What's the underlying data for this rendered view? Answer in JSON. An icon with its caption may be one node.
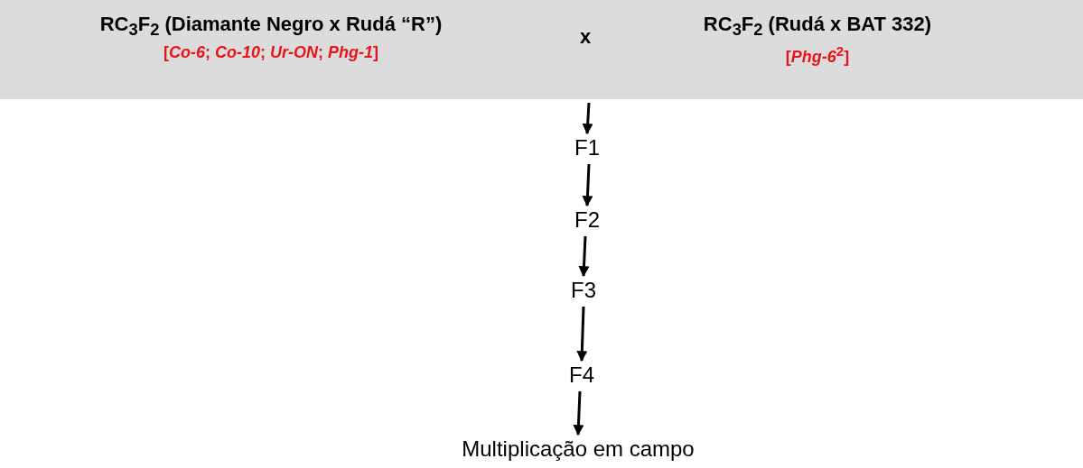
{
  "diagram": {
    "nodes": [
      {
        "text": [],
        "shape": "box"
      },
      {
        "text": [
          "RC$_{3}$F$_{2}$ (Diamante Negro x Rudá “R”)",
          "[*Co-6*; *Co-10*; *Ur-ON*; *Phg-1*]"
        ],
        "in": 0
      },
      {
        "text": [
          "RC$_{3}$F$_{2}$ (Rudá x BAT 332)",
          "[*Phg-6*$^{2}$]"
        ],
        "in": 0
      },
      {
        "text": [
          "F1"
        ]
      },
      {
        "text": [
          "F2"
        ]
      },
      {
        "text": [
          "F3"
        ]
      },
      {
        "text": [
          "F4"
        ]
      },
      {
        "text": [
          "Multiplicação em campo"
        ]
      }
    ],
    "edges": [
      {
        "from": 0,
        "to": 3,
        "arrow": "to"
      },
      {
        "from": 3,
        "to": 4,
        "arrow": "to"
      },
      {
        "from": 4,
        "to": 5,
        "arrow": "to"
      },
      {
        "from": 5,
        "to": 6,
        "arrow": "to"
      },
      {
        "from": 6,
        "to": 7,
        "arrow": "to"
      }
    ],
    "labels": [
      "x"
    ]
  }
}
